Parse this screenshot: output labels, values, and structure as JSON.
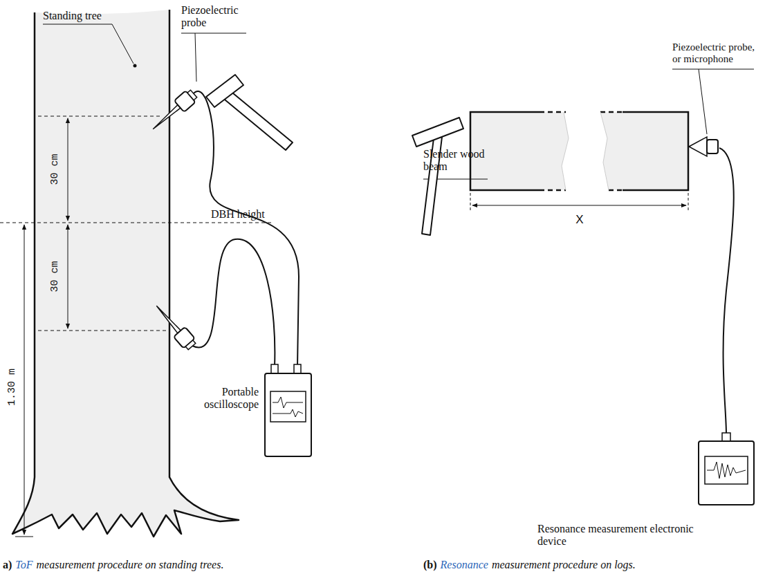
{
  "diagram": {
    "labels": [
      "Piezoelectric probe",
      "Standing tree",
      "30 cm",
      "DBH height",
      "30 cm",
      "1.30 m",
      "Portable oscilloscope",
      "a)",
      "ToF",
      "measurement procedure on standing trees.",
      "Slender wood beam",
      "Piezoelectric probe, or microphone",
      "X",
      "Resonance measurement electronic device",
      "(b)",
      "Resonance",
      "measurement procedure on logs."
    ]
  }
}
